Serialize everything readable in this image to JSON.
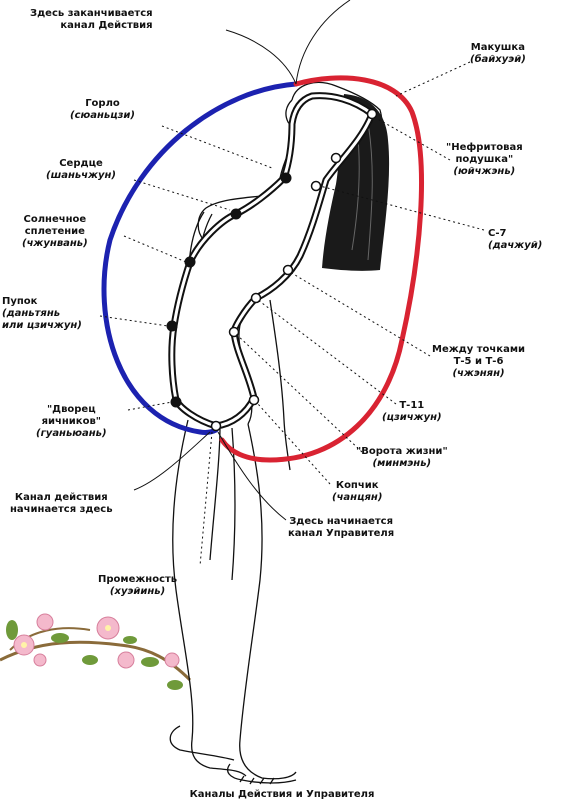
{
  "caption": "Каналы Действия и Управителя",
  "colors": {
    "control_channel": "#d92332",
    "function_channel": "#1c22b0",
    "ink": "#111111",
    "blossom": "#f4b9cc",
    "leaf": "#6f9a3a"
  },
  "labels": {
    "function_end": {
      "line1": "Здесь заканчивается",
      "line2": "канал Действия"
    },
    "crown": {
      "name": "Макушка",
      "pinyin": "(байхуэй)"
    },
    "throat": {
      "name": "Горло",
      "pinyin": "(сюаньцзи)"
    },
    "jade_pillow": {
      "name": "\"Нефритовая",
      "name2": "подушка\"",
      "pinyin": "(юйчжэнь)"
    },
    "heart": {
      "name": "Сердце",
      "pinyin": "(шаньчжун)"
    },
    "solar_plexus": {
      "name": "Солнечное",
      "name2": "сплетение",
      "pinyin": "(чжунвань)"
    },
    "c7": {
      "name": "С-7",
      "pinyin": "(дачжуй)"
    },
    "navel": {
      "name": "Пупок",
      "pinyin": "(даньтянь",
      "pinyin2": "или цзичжун)"
    },
    "t5_t6": {
      "name": "Между точками",
      "name2": "Т-5 и Т-6",
      "pinyin": "(чжэнян)"
    },
    "t11": {
      "name": "Т-11",
      "pinyin": "(цзичжун)"
    },
    "ovarian_palace": {
      "name": "\"Дворец",
      "name2": "яичников\"",
      "pinyin": "(гуаньюань)"
    },
    "life_gate": {
      "name": "\"Ворота жизни\"",
      "pinyin": "(минмэнь)"
    },
    "coccyx": {
      "name": "Копчик",
      "pinyin": "(чанцян)"
    },
    "function_start": {
      "line1": "Канал действия",
      "line2": "начинается здесь"
    },
    "control_start": {
      "line1": "Здесь начинается",
      "line2": "канал Управителя"
    },
    "perineum": {
      "name": "Промежность",
      "pinyin": "(хуэйинь)"
    }
  }
}
